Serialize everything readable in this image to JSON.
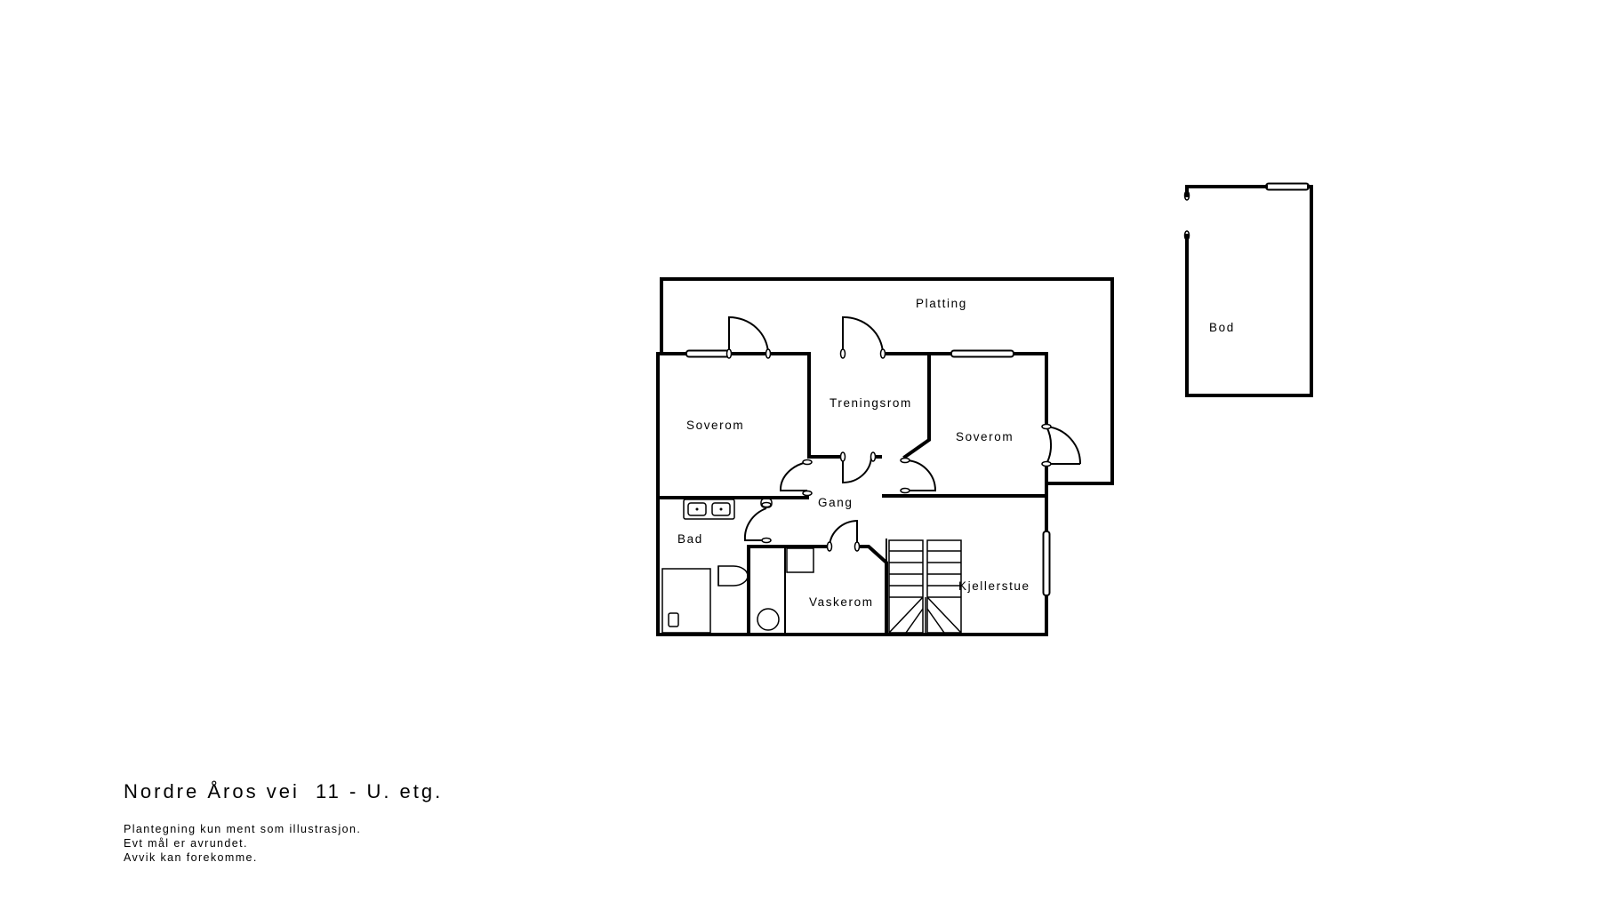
{
  "rooms": {
    "platting": "Platting",
    "bod": "Bod",
    "soverom_left": "Soverom",
    "treningsrom": "Treningsrom",
    "soverom_right": "Soverom",
    "gang": "Gang",
    "bad": "Bad",
    "vaskerom": "Vaskerom",
    "kjellerstue": "Kjellerstue"
  },
  "caption": {
    "title": "Nordre Åros vei  11 - U. etg.",
    "notes": [
      "Plantegning kun ment som illustrasjon.",
      "Evt mål er avrundet.",
      "Avvik kan forekomme."
    ]
  }
}
